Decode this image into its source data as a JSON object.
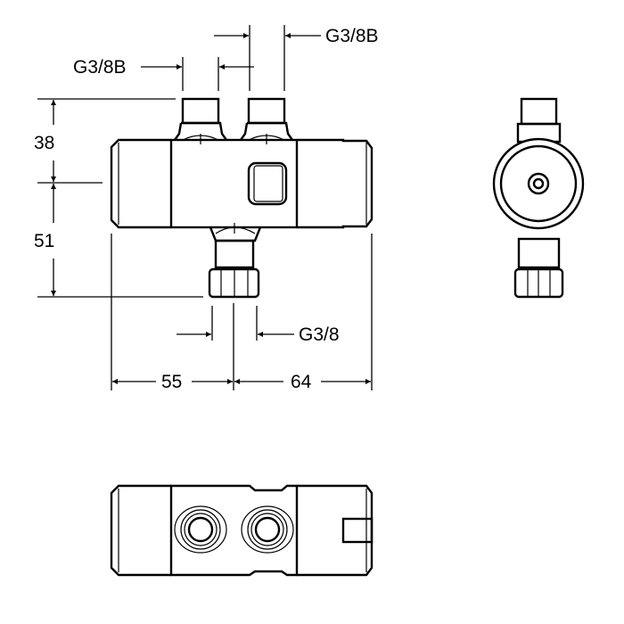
{
  "dimensions": {
    "inlet_left": "G3/8B",
    "inlet_right": "G3/8B",
    "outlet": "G3/8",
    "height_top": "38",
    "height_bottom": "51",
    "width_left": "55",
    "width_right": "64"
  },
  "colors": {
    "line": "#000000",
    "background": "#ffffff"
  }
}
